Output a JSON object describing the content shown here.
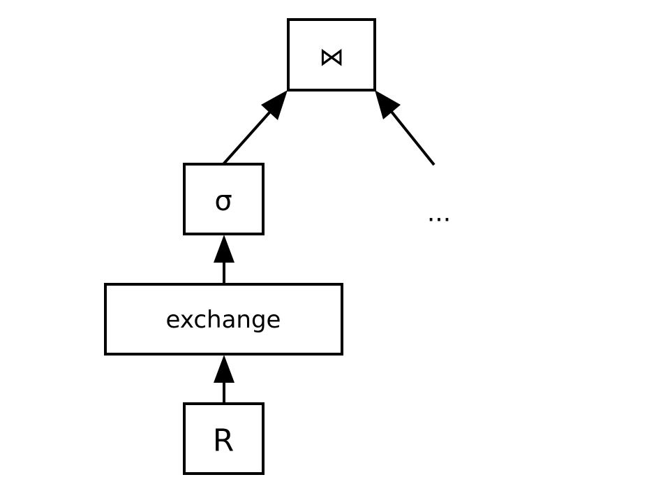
{
  "diagram": {
    "nodes": {
      "join": {
        "label": "⋈"
      },
      "selection": {
        "label": "σ"
      },
      "exchange": {
        "label": "exchange"
      },
      "relation": {
        "label": "R"
      },
      "continuation": {
        "label": "..."
      }
    },
    "edges": [
      {
        "from": "relation",
        "to": "exchange"
      },
      {
        "from": "exchange",
        "to": "selection"
      },
      {
        "from": "selection",
        "to": "join"
      },
      {
        "from": "continuation",
        "to": "join"
      }
    ],
    "colors": {
      "stroke": "#000000",
      "background": "#ffffff"
    }
  }
}
